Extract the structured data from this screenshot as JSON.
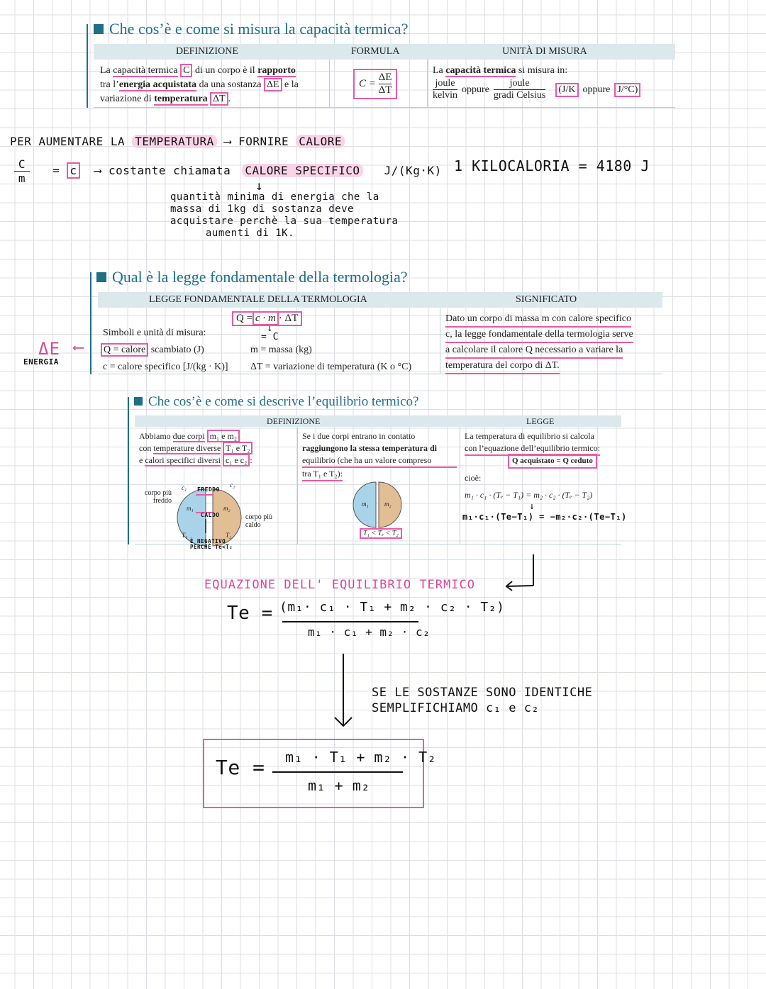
{
  "s1": {
    "title": "Che cos’è e come si misura la capacità termica?",
    "head_def": "DEFINIZIONE",
    "head_formula": "FORMULA",
    "head_unit": "UNITÀ DI MISURA",
    "def_line1a": "La ",
    "def_line1b": "capacità termica",
    "def_line1c": "C",
    "def_line1d": " di un corpo è il ",
    "def_line1e": "rapporto",
    "def_line2a": "tra l’",
    "def_line2b": "energia acquistata",
    "def_line2c": " da una sostanza ",
    "def_line2d": "ΔE",
    "def_line2e": " e la",
    "def_line3a": "variazione di ",
    "def_line3b": "temperatura",
    "def_line3c": "ΔT",
    "formula_lhs": "C =",
    "formula_num": "ΔE",
    "formula_den": "ΔT",
    "unit_line1a": "La ",
    "unit_line1b": "capacità termica",
    "unit_line1c": " si misura in:",
    "unit_joule1": "joule",
    "unit_kelvin": "kelvin",
    "unit_oppure1": "oppure",
    "unit_joule2": "joule",
    "unit_gradi": "gradi Celsius",
    "unit_jk": "(J/K",
    "unit_oppure2": "oppure",
    "unit_jc": "J/°C)"
  },
  "notes1": {
    "line1_a": "PER AUMENTARE LA",
    "line1_b": "TEMPERATURA",
    "line1_arrow": "⟶",
    "line1_c": "FORNIRE",
    "line1_d": "CALORE",
    "frac_num": "C",
    "frac_den": "m",
    "eq": "=",
    "c_box": "c",
    "arrow": "⟶",
    "costante": "costante chiamata",
    "calore_specifico": "CALORE SPECIFICO",
    "unit": "J/(Kg·K)",
    "kilocaloria": "1 KILOCALORIA = 4180 J",
    "down_arrow": "↓",
    "def1": "quantità minima di energia che la",
    "def2": "massa di 1kg di sostanza deve",
    "def3": "acquistare perchè la sua temperatura",
    "def4": "aumenti di 1K."
  },
  "s2": {
    "title": "Qual è la legge fondamentale della termologia?",
    "head_legge": "LEGGE FONDAMENTALE DELLA TERMOLOGIA",
    "head_sign": "SIGNIFICATO",
    "formula_q": "Q =",
    "formula_cm": "c · m",
    "formula_dt": "· ΔT",
    "note_arrow": "↓",
    "note_c": "= C",
    "simboli": "Simboli e unità di misura:",
    "q_box": "Q = calore",
    "q_rest": " scambiato (J)",
    "m_def": "m = massa (kg)",
    "c_def": "c = calore specifico [J/(kg · K)]",
    "dt_def": "ΔT = variazione di temperatura (K o °C)",
    "side_de": "ΔE",
    "side_arrow": "⟵",
    "side_energia": "ENERGIA",
    "sign1": "Dato un corpo di massa m con calore specifico",
    "sign2": "c, la legge fondamentale della termologia serve",
    "sign3": "a calcolare il calore Q necessario a variare la",
    "sign4": "temperatura del corpo di ΔT."
  },
  "s3": {
    "title": "Che cos’è e come si descrive l’equilibrio termico?",
    "head_def": "DEFINIZIONE",
    "head_legge": "LEGGE",
    "col1_l1a": "Abbiamo ",
    "col1_l1b": "due corpi",
    "col1_l1c": "m₁ e m₂",
    "col1_l2a": "con ",
    "col1_l2b": "temperature diverse",
    "col1_l2c": "T₁ e T₂",
    "col1_l3a": "e ",
    "col1_l3b": "calori specifici diversi",
    "col1_l3c": "c₁ e c₂",
    "col2_l1": "Se i due corpi entrano in contatto",
    "col2_l2": "raggiungono la stessa temperatura di",
    "col2_l3": "equilibrio (che ha un valore compreso",
    "col2_l4": "tra T₁ e T₂):",
    "col3_l1": "La temperatura di equilibrio si calcola",
    "col3_l2": "con l’equazione dell’equilibrio termico:",
    "col3_box": "Q acquistato = Q ceduto",
    "cioe": "cioè:",
    "eq_print": "m₁ · c₁ · (Tₑ − T₁) = m₂ · c₂ · (Tₑ − T₂)",
    "eq_hand_arrow": "↓",
    "eq_hand": "m₁·c₁·(Te−T₁) = −m₂·c₂·(Te−T₁)",
    "corpo_freddo": "corpo più freddo",
    "corpo_caldo": "corpo più caldo",
    "freddo": "FREDDO",
    "caldo": "CALDO",
    "negativo1": "È NEGATIVO",
    "negativo2": "PERCHÈ Te<T₂",
    "m1": "m₁",
    "m2": "m₂",
    "c1": "c₁",
    "c2": "c₂",
    "t1": "T₁",
    "t2": "T₂",
    "range": "T₁ < Tₑ < T₂"
  },
  "notes2": {
    "eq_title": "EQUAZIONE DELL' EQUILIBRIO TERMICO",
    "te": "Te =",
    "num": "(m₁· c₁ · T₁ + m₂ · c₂ · T₂)",
    "den": "m₁ · c₁ + m₂ · c₂",
    "note1": "SE LE SOSTANZE SONO IDENTICHE",
    "note2": "SEMPLIFICHIAMO c₁ e c₂",
    "te2": "Te =",
    "num2": "m₁ · T₁ + m₂ · T₂",
    "den2": "m₁ + m₂"
  }
}
